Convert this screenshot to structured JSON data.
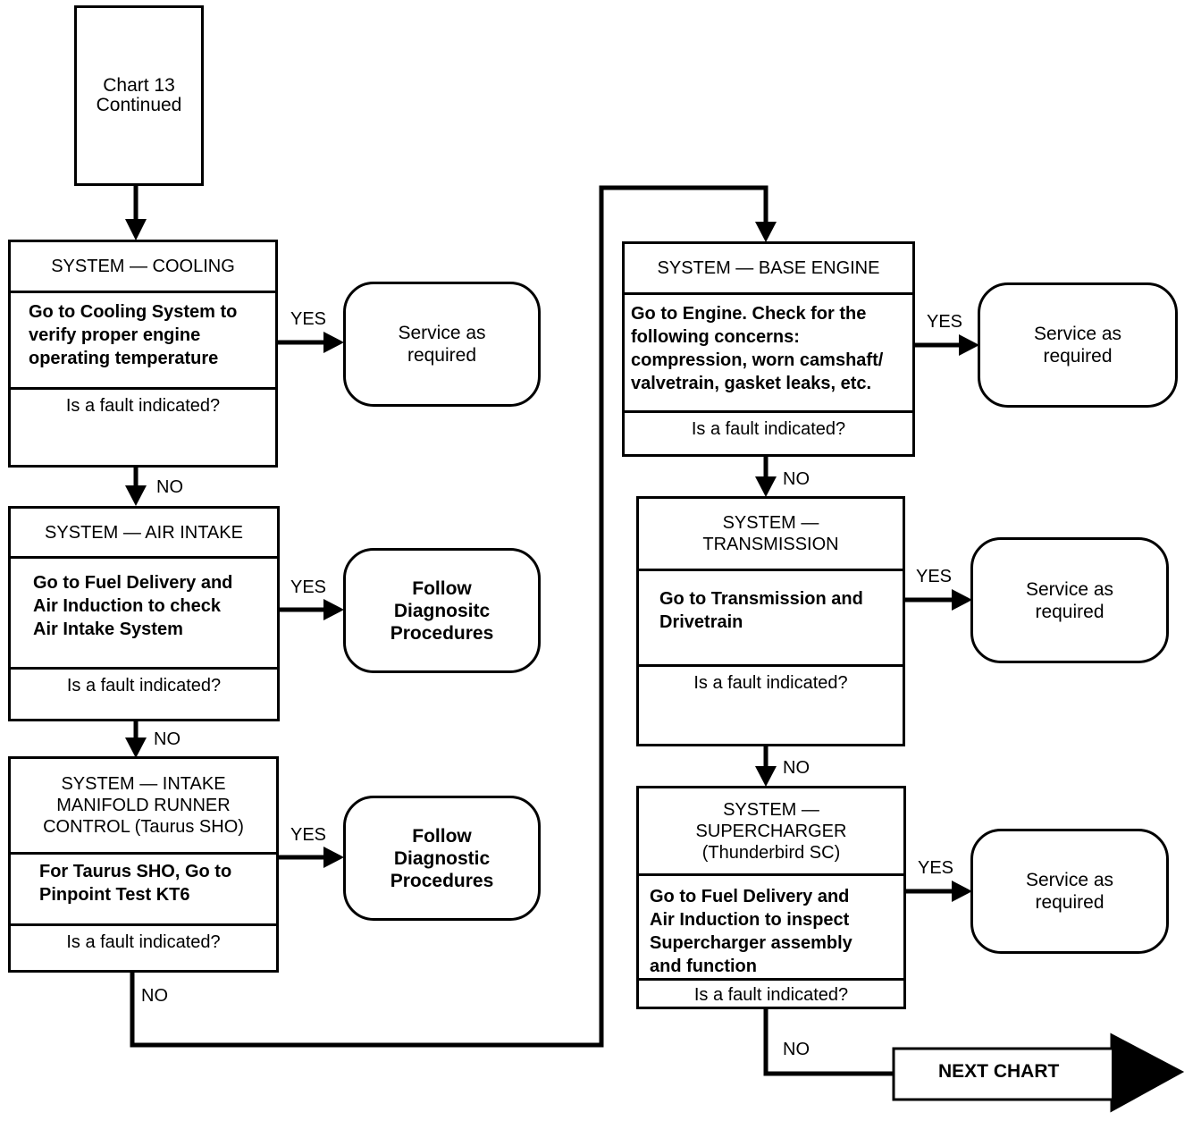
{
  "start": {
    "text": "Chart 13\nContinued"
  },
  "steps": [
    {
      "title": "SYSTEM — COOLING",
      "instruction": "Go to Cooling System to\nverify proper engine\noperating temperature",
      "question": "Is a fault indicated?",
      "yes_label": "YES",
      "outcome": "Service as\nrequired",
      "no_label": "NO"
    },
    {
      "title": "SYSTEM — AIR INTAKE",
      "instruction": "Go to Fuel Delivery and\nAir Induction to check\nAir Intake System",
      "question": "Is a fault indicated?",
      "yes_label": "YES",
      "outcome": "Follow\nDiagnositc\nProcedures",
      "no_label": "NO"
    },
    {
      "title": "SYSTEM — INTAKE\nMANIFOLD RUNNER\nCONTROL (Taurus SHO)",
      "instruction": "For Taurus SHO, Go to\nPinpoint  Test KT6",
      "question": "Is a fault indicated?",
      "yes_label": "YES",
      "outcome": "Follow\nDiagnostic\nProcedures",
      "no_label": "NO"
    },
    {
      "title": "SYSTEM — BASE ENGINE",
      "instruction": "Go to Engine. Check for the\nfollowing concerns:\ncompression, worn camshaft/\nvalvetrain, gasket leaks, etc.",
      "question": "Is a fault indicated?",
      "yes_label": "YES",
      "outcome": "Service as\nrequired",
      "no_label": "NO"
    },
    {
      "title": "SYSTEM —\nTRANSMISSION",
      "instruction": "Go to Transmission and\nDrivetrain",
      "question": "Is a fault indicated?",
      "yes_label": "YES",
      "outcome": "Service as\nrequired",
      "no_label": "NO"
    },
    {
      "title": "SYSTEM —\nSUPERCHARGER\n(Thunderbird SC)",
      "instruction": "Go to Fuel Delivery and\nAir Induction to inspect\nSupercharger assembly\nand function",
      "question": "Is a fault indicated?",
      "yes_label": "YES",
      "outcome": "Service as\nrequired",
      "no_label": "NO"
    }
  ],
  "next_chart": "NEXT CHART"
}
